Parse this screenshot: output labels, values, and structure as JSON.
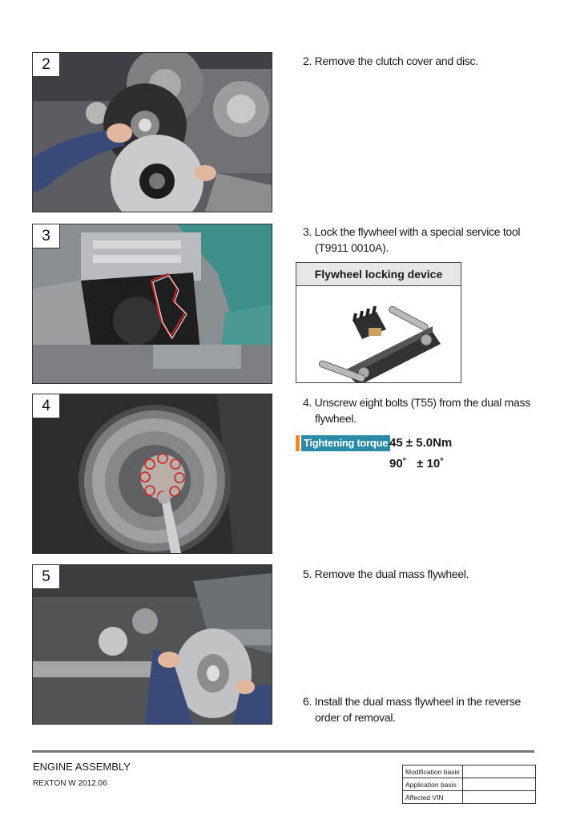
{
  "steps": [
    {
      "number": "2",
      "text": "2. Remove the clutch cover and disc."
    },
    {
      "number": "3",
      "text_line1": "3. Lock the flywheel with a special service tool",
      "text_line2": "(T9911 0010A)."
    },
    {
      "number": "4",
      "text_line1": "4. Unscrew eight bolts (T55) from the dual mass",
      "text_line2": "flywheel."
    },
    {
      "number": "5",
      "text": "5. Remove the dual mass flywheel."
    },
    {
      "text_line1": "6. Install the dual mass flywheel in the reverse",
      "text_line2": "order of removal."
    }
  ],
  "tool": {
    "title": "Flywheel locking device"
  },
  "torque": {
    "label": "Tightening torque",
    "value1": "45 ± 5.0Nm",
    "value2": "90˚   ± 10˚"
  },
  "footer": {
    "title": "ENGINE ASSEMBLY",
    "model": "REXTON W 2012.06",
    "table": [
      "Modification basis",
      "Application basis",
      "Affected VIN"
    ]
  },
  "colors": {
    "torque_label_bg": "#2a8aa8",
    "torque_marker": "#f08a1c"
  }
}
